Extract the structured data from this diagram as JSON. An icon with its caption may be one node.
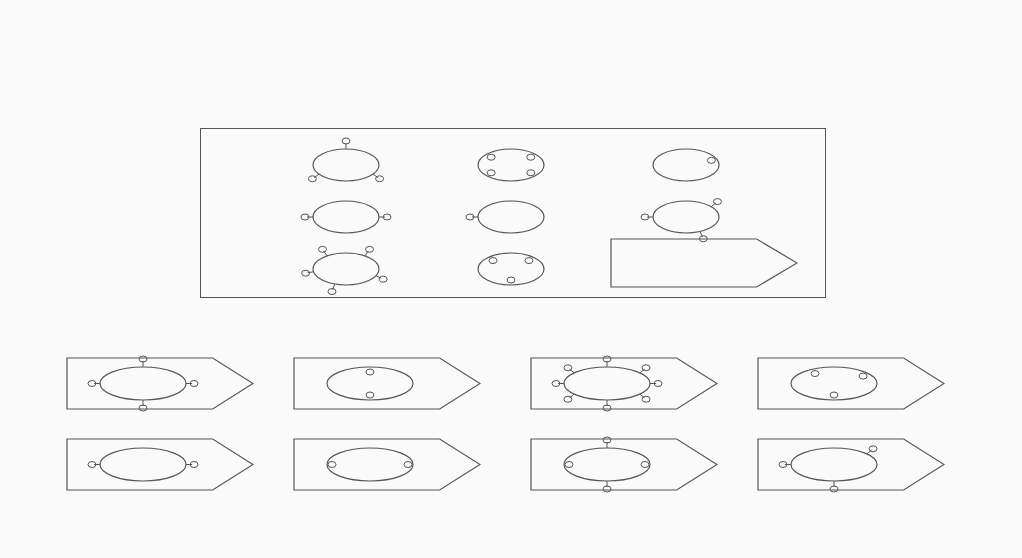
{
  "diagram": {
    "nodes": [
      {
        "text": [],
        "shape": "box"
      },
      {
        "text": [],
        "shape": "circle",
        "in": 0
      },
      {
        "text": [],
        "shape": "circle",
        "in": 0
      },
      {
        "text": [],
        "shape": "circle",
        "in": 0
      },
      {
        "text": [],
        "shape": "circle",
        "in": 0
      },
      {
        "text": [],
        "shape": "circle",
        "in": 0
      },
      {
        "text": [],
        "shape": "circle",
        "in": 0
      },
      {
        "text": [],
        "shape": "circle",
        "in": 0
      },
      {
        "text": [],
        "shape": "circle",
        "in": 0
      },
      {
        "text": [],
        "shape": "pentagon",
        "in": 0
      },
      {
        "text": [],
        "shape": "pentagon"
      },
      {
        "text": [],
        "shape": "pentagon"
      },
      {
        "text": [],
        "shape": "pentagon"
      },
      {
        "text": [],
        "shape": "pentagon"
      },
      {
        "text": [],
        "shape": "pentagon"
      },
      {
        "text": [],
        "shape": "pentagon"
      },
      {
        "text": [],
        "shape": "pentagon"
      },
      {
        "text": [],
        "shape": "pentagon"
      },
      {
        "text": [],
        "shape": "circle",
        "in": 10
      },
      {
        "text": [],
        "shape": "circle",
        "in": 11
      },
      {
        "text": [],
        "shape": "circle",
        "in": 12
      },
      {
        "text": [],
        "shape": "circle",
        "in": 13
      },
      {
        "text": [],
        "shape": "circle",
        "in": 14
      },
      {
        "text": [],
        "shape": "circle",
        "in": 15
      },
      {
        "text": [],
        "shape": "circle",
        "in": 16
      },
      {
        "text": [],
        "shape": "circle",
        "in": 17
      }
    ]
  }
}
